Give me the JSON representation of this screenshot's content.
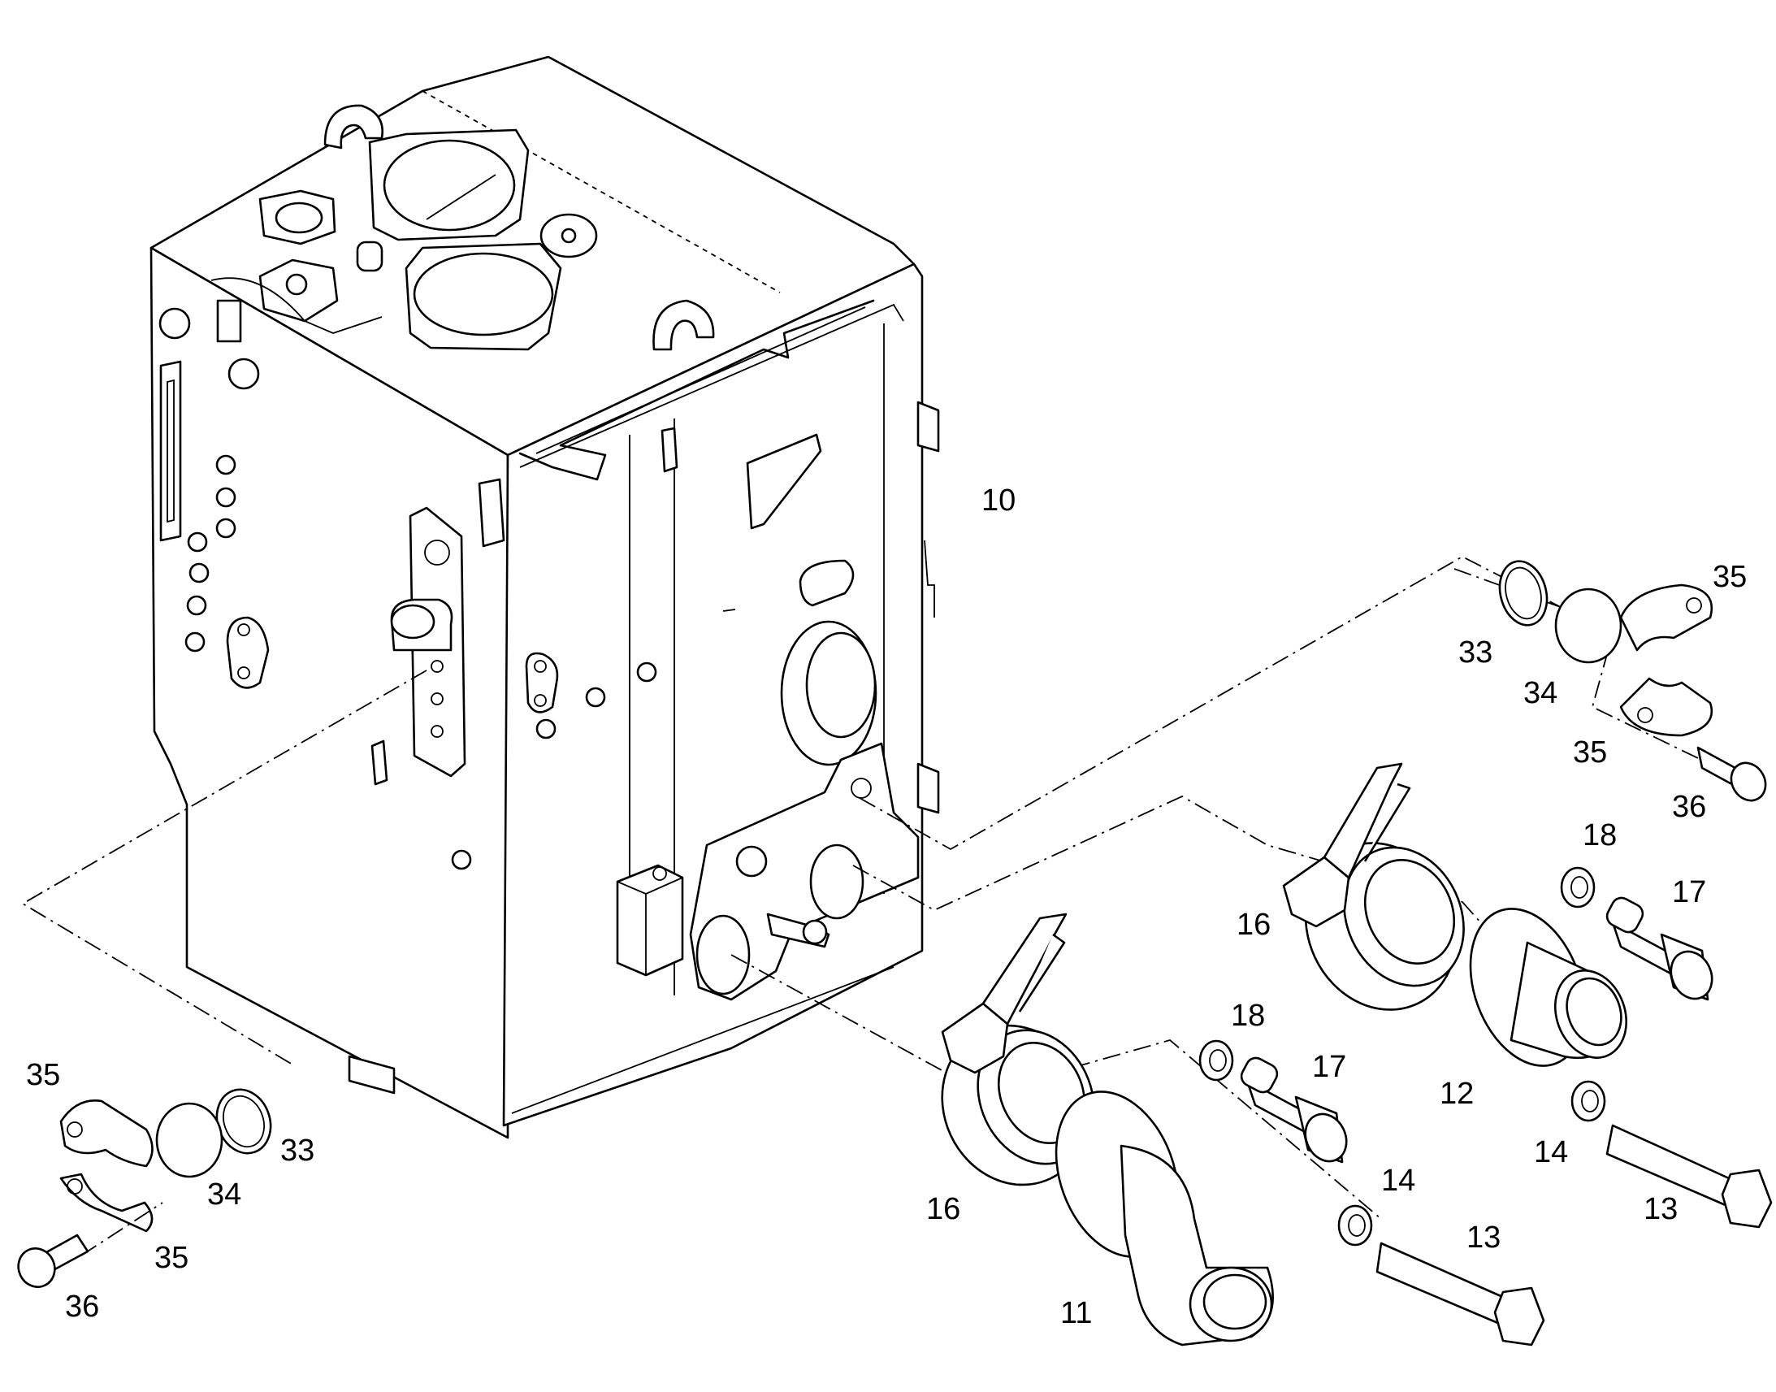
{
  "callouts": {
    "c10": "10",
    "c11": "11",
    "c12": "12",
    "c13a": "13",
    "c13b": "13",
    "c14a": "14",
    "c14b": "14",
    "c16a": "16",
    "c16b": "16",
    "c17a": "17",
    "c17b": "17",
    "c18a": "18",
    "c18b": "18",
    "c33a": "33",
    "c33b": "33",
    "c34a": "34",
    "c34b": "34",
    "c35a": "35",
    "c35b": "35",
    "c35c": "35",
    "c35d": "35",
    "c36a": "36",
    "c36b": "36"
  },
  "colors": {
    "line": "#000000",
    "background": "#ffffff"
  }
}
